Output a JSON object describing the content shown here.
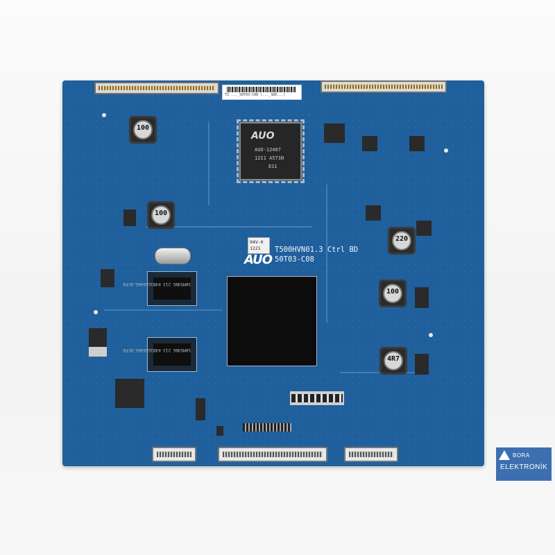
{
  "board": {
    "main_label": "T500HVN01.3 Ctrl BD",
    "part_number": "50T03-C08",
    "logo": "AUO",
    "ul_mark_line1": "94V-0",
    "ul_mark_line2": "1221"
  },
  "sticker": {
    "text": "T3 ..._50T03-C08 (..._SDE...)"
  },
  "controller_chip": {
    "logo": "AUO",
    "line1": "AUO-12407",
    "line2": "1211 A571N",
    "line3": "ES1"
  },
  "memory_chips": [
    {
      "marking": "SAMSUNG 213 K4B1G1646G-BCF8"
    },
    {
      "marking": "SAMSUNG 213 K4B1G1646G-BCF8"
    }
  ],
  "inductors": [
    {
      "value": "100"
    },
    {
      "value": "100"
    },
    {
      "value": "220"
    },
    {
      "value": "100"
    },
    {
      "value": "4R7"
    }
  ],
  "watermark": {
    "brand_line1": "BORA",
    "brand_line2": "ELEKTRONİK",
    "color": "#3d6fb0"
  },
  "colors": {
    "pcb_blue": "#1f5f9c",
    "copper_tab": "#c8692b"
  }
}
